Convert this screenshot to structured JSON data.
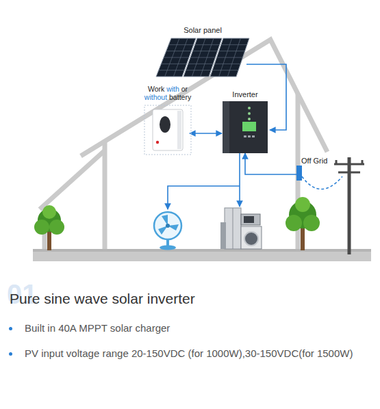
{
  "diagram": {
    "title": "Pure sine wave solar inverter",
    "nodes": [
      {
        "text": [
          "Solar panel"
        ]
      },
      {
        "text": [
          "Work with or without battery"
        ]
      },
      {
        "text": [
          "Inverter"
        ]
      },
      {
        "text": [
          "Off Grid"
        ]
      }
    ],
    "edges": [
      {
        "from": 0,
        "to": 2,
        "arrow": "to"
      },
      {
        "from": 1,
        "to": 2,
        "arrow": "both"
      },
      {
        "from": 3,
        "to": 2,
        "arrow": "to"
      }
    ],
    "labels": [
      "01",
      "Built in 40A MPPT solar charger",
      "PV input voltage range 20-150VDC (for 1000W),30-150VDC(for 1500W)"
    ]
  }
}
